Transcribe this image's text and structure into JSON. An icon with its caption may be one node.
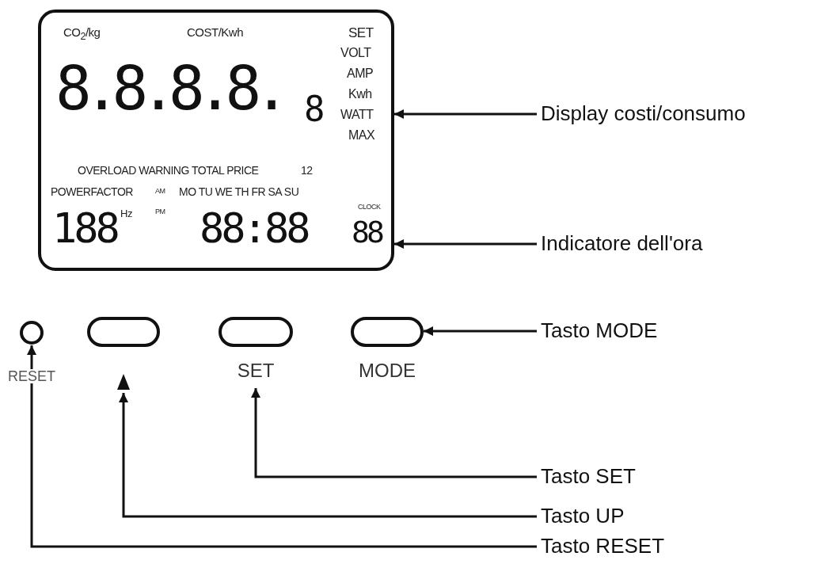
{
  "diagram": {
    "nodes": [
      {
        "text": [],
        "shape": "box"
      },
      {
        "text": [
          "Display costi/consumo"
        ]
      },
      {
        "text": [
          "Indicatore dell'ora"
        ]
      },
      {
        "text": [],
        "shape": "circle",
        "beside": [
          "RESET"
        ]
      },
      {
        "text": [],
        "shape": "box"
      },
      {
        "text": [],
        "shape": "box",
        "beside": [
          "SET"
        ]
      },
      {
        "text": [],
        "shape": "box",
        "beside": [
          "MODE"
        ]
      },
      {
        "text": [
          "Tasto MODE"
        ]
      },
      {
        "text": [
          "Tasto SET"
        ]
      },
      {
        "text": [
          "Tasto UP"
        ]
      },
      {
        "text": [
          "Tasto RESET"
        ]
      }
    ],
    "edges": [
      {
        "from": 1,
        "to": 0,
        "arrow": "to"
      },
      {
        "from": 2,
        "to": 0,
        "arrow": "to"
      },
      {
        "from": 7,
        "to": 6,
        "arrow": "to"
      },
      {
        "from": 8,
        "to": 5,
        "arrow": "to"
      },
      {
        "from": 9,
        "to": 4,
        "arrow": "to"
      },
      {
        "from": 10,
        "to": 3,
        "arrow": "to"
      }
    ],
    "labels": [
      "CO$_{2}$/kg",
      "COST/Kwh",
      "SET",
      "VOLT",
      "AMP",
      "Kwh",
      "8.8.8.8.",
      "8",
      "WATT",
      "MAX",
      "OVERLOAD WARNING TOTAL PRICE",
      "12",
      "POWERFACTOR",
      "AM",
      "MO TU WE TH FR SA SU",
      "CLOCK",
      "188",
      "Hz",
      "PM",
      "88:88",
      "88"
    ]
  }
}
